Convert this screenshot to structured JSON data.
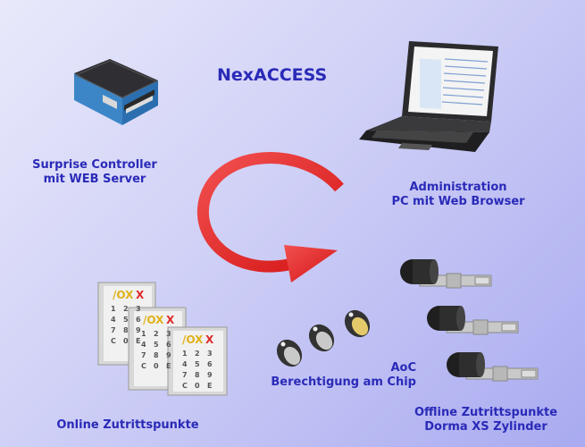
{
  "title": "NexACCESS",
  "labels": {
    "controller": [
      "Surprise Controller",
      "mit WEB Server"
    ],
    "admin": [
      "Administration",
      "PC mit Web Browser"
    ],
    "aoc": [
      "AoC",
      "Berechtigung am Chip"
    ],
    "online": [
      "Online Zutrittspunkte"
    ],
    "offline": [
      "Offline Zutrittspunkte",
      "Dorma XS Zylinder"
    ]
  },
  "keypad": {
    "brand_left": "/OX",
    "brand_mark": "X",
    "keys": [
      "1",
      "2",
      "3",
      "4",
      "5",
      "6",
      "7",
      "8",
      "9",
      "C",
      "0",
      "E"
    ]
  },
  "colors": {
    "label": "#2a2ab8",
    "arrow": "#e32222",
    "background_start": "#e9e9fb",
    "background_end": "#a9aaf0"
  }
}
